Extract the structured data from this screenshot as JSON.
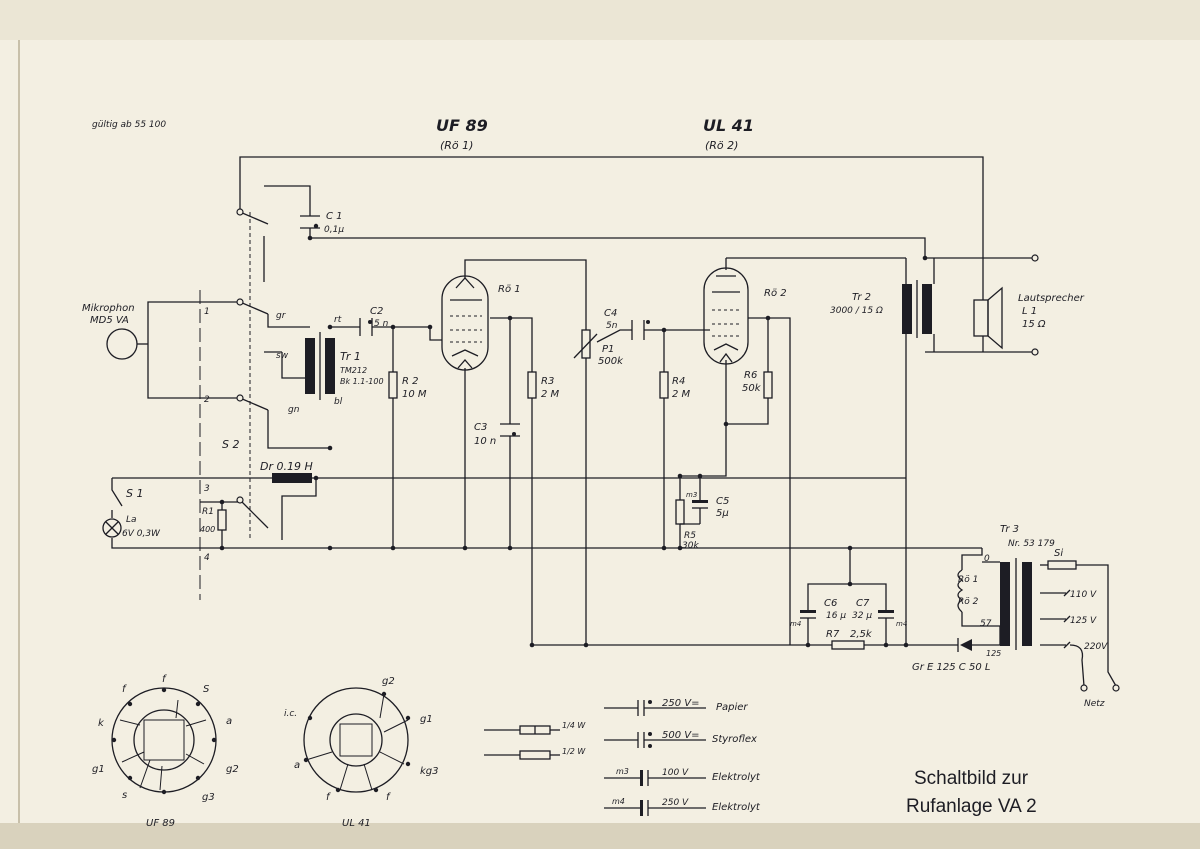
{
  "validity_note": "gültig ab 55 100",
  "tubes": {
    "tube1_type": "UF 89",
    "tube1_ref": "(Rö 1)",
    "tube2_type": "UL 41",
    "tube2_ref": "(Rö 2)",
    "tube1_label": "Rö 1",
    "tube2_label": "Rö 2"
  },
  "microphone": {
    "name": "Mikrophon",
    "model": "MD5 VA"
  },
  "switches": {
    "s1": "S 1",
    "s2": "S 2",
    "pos1": "1",
    "pos2": "2",
    "pos3": "3",
    "pos4": "4",
    "gr": "gr",
    "sw": "sw",
    "gn": "gn",
    "rt": "rt",
    "bl": "bl"
  },
  "lamp": {
    "name": "La",
    "rating": "6V 0,3W"
  },
  "components": {
    "c1_name": "C 1",
    "c1_value": "0,1μ",
    "c2_name": "C2",
    "c2_value": "5 n",
    "tr1_name": "Tr 1",
    "tr1_type": "TM212",
    "tr1_spec": "Bk 1.1-100",
    "r2_name": "R 2",
    "r2_value": "10 M",
    "r3_name": "R3",
    "r3_value": "2 M",
    "c3_name": "C3",
    "c3_value": "10 n",
    "c4_name": "C4",
    "c4_value": "5n",
    "p1_name": "P1",
    "p1_value": "500k",
    "r4_name": "R4",
    "r4_value": "2 M",
    "r6_name": "R6",
    "r6_value": "50k",
    "r5_name": "R5",
    "r5_value": "30k",
    "c5_name": "C5",
    "c5_value": "5μ",
    "c5_marker": "m3",
    "tr2_name": "Tr 2",
    "tr2_value": "3000 / 15 Ω",
    "speaker_name": "Lautsprecher",
    "speaker_ref": "L 1",
    "speaker_value": "15 Ω",
    "r1_name": "R1",
    "r1_value": "400",
    "dr_label": "Dr  0.19 H",
    "c6_name": "C6",
    "c6_value": "16 μ",
    "c7_name": "C7",
    "c7_value": "32 μ",
    "m4_left": "m4",
    "m4_right": "m4",
    "r7_name": "R7",
    "r7_value": "2,5k",
    "tr3_name": "Tr 3",
    "tr3_value": "Nr. 53 179",
    "si": "Si",
    "heater1": "Rö 1",
    "heater2": "Rö 2",
    "tap0": "0",
    "tap57": "57",
    "tap125": "125",
    "v110": "110 V",
    "v125": "125 V",
    "v220": "220V",
    "rectifier": "Gr E 125 C 50 L",
    "mains": "Netz"
  },
  "pinouts": {
    "uf89": {
      "caption": "UF 89",
      "pins": [
        "f",
        "S",
        "a",
        "g2",
        "g3",
        "s",
        "g1",
        "k"
      ]
    },
    "ul41": {
      "caption": "UL 41",
      "pins": [
        "g2",
        "g1",
        "kg3",
        "f",
        "f",
        "a",
        "i.c."
      ]
    }
  },
  "legend": {
    "r_quarter": "1/4 W",
    "r_half": "1/2 W",
    "rows": [
      {
        "value": "250 V=",
        "type": "Papier"
      },
      {
        "value": "500 V=",
        "type": "Styroflex"
      },
      {
        "marker": "m3",
        "value": "100 V",
        "type": "Elektrolyt"
      },
      {
        "marker": "m4",
        "value": "250 V",
        "type": "Elektrolyt"
      }
    ]
  },
  "title": {
    "line1": "Schaltbild  zur",
    "line2": "Rufanlage  VA 2"
  }
}
